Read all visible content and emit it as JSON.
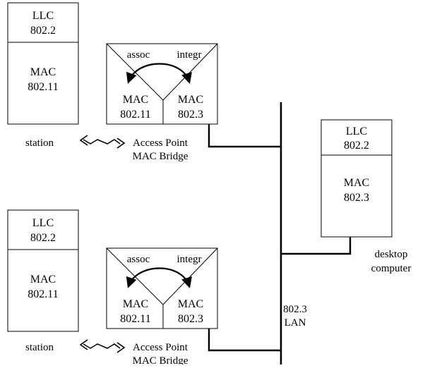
{
  "station_top": {
    "llc": "LLC",
    "llc_std": "802.2",
    "mac": "MAC",
    "mac_std": "802.11",
    "label": "station"
  },
  "station_bottom": {
    "llc": "LLC",
    "llc_std": "802.2",
    "mac": "MAC",
    "mac_std": "802.11",
    "label": "station"
  },
  "ap_top": {
    "assoc": "assoc",
    "integr": "integr",
    "mac_left": "MAC",
    "mac_left_std": "802.11",
    "mac_right": "MAC",
    "mac_right_std": "802.3",
    "label_line1": "Access Point",
    "label_line2": "MAC Bridge"
  },
  "ap_bottom": {
    "assoc": "assoc",
    "integr": "integr",
    "mac_left": "MAC",
    "mac_left_std": "802.11",
    "mac_right": "MAC",
    "mac_right_std": "802.3",
    "label_line1": "Access Point",
    "label_line2": "MAC Bridge"
  },
  "desktop": {
    "llc": "LLC",
    "llc_std": "802.2",
    "mac": "MAC",
    "mac_std": "802.3",
    "label_line1": "desktop",
    "label_line2": "computer"
  },
  "lan": {
    "label_line1": "802.3",
    "label_line2": "LAN"
  }
}
